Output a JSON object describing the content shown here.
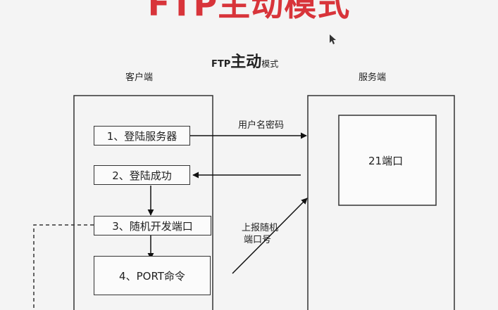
{
  "slide": {
    "title": "FTP主动模式"
  },
  "diagram": {
    "title_ftp": "FTP",
    "title_main": "主动",
    "title_mode": "模式",
    "client_label": "客户端",
    "server_label": "服务端",
    "port_box_label": "21端口",
    "arrow_username_label": "用户名密码",
    "arrow_report_label_line1": "上报随机",
    "arrow_report_label_line2": "端口号",
    "steps": [
      "1、登陆服务器",
      "2、登陆成功",
      "3、随机开发端口",
      "4、PORT命令"
    ]
  }
}
